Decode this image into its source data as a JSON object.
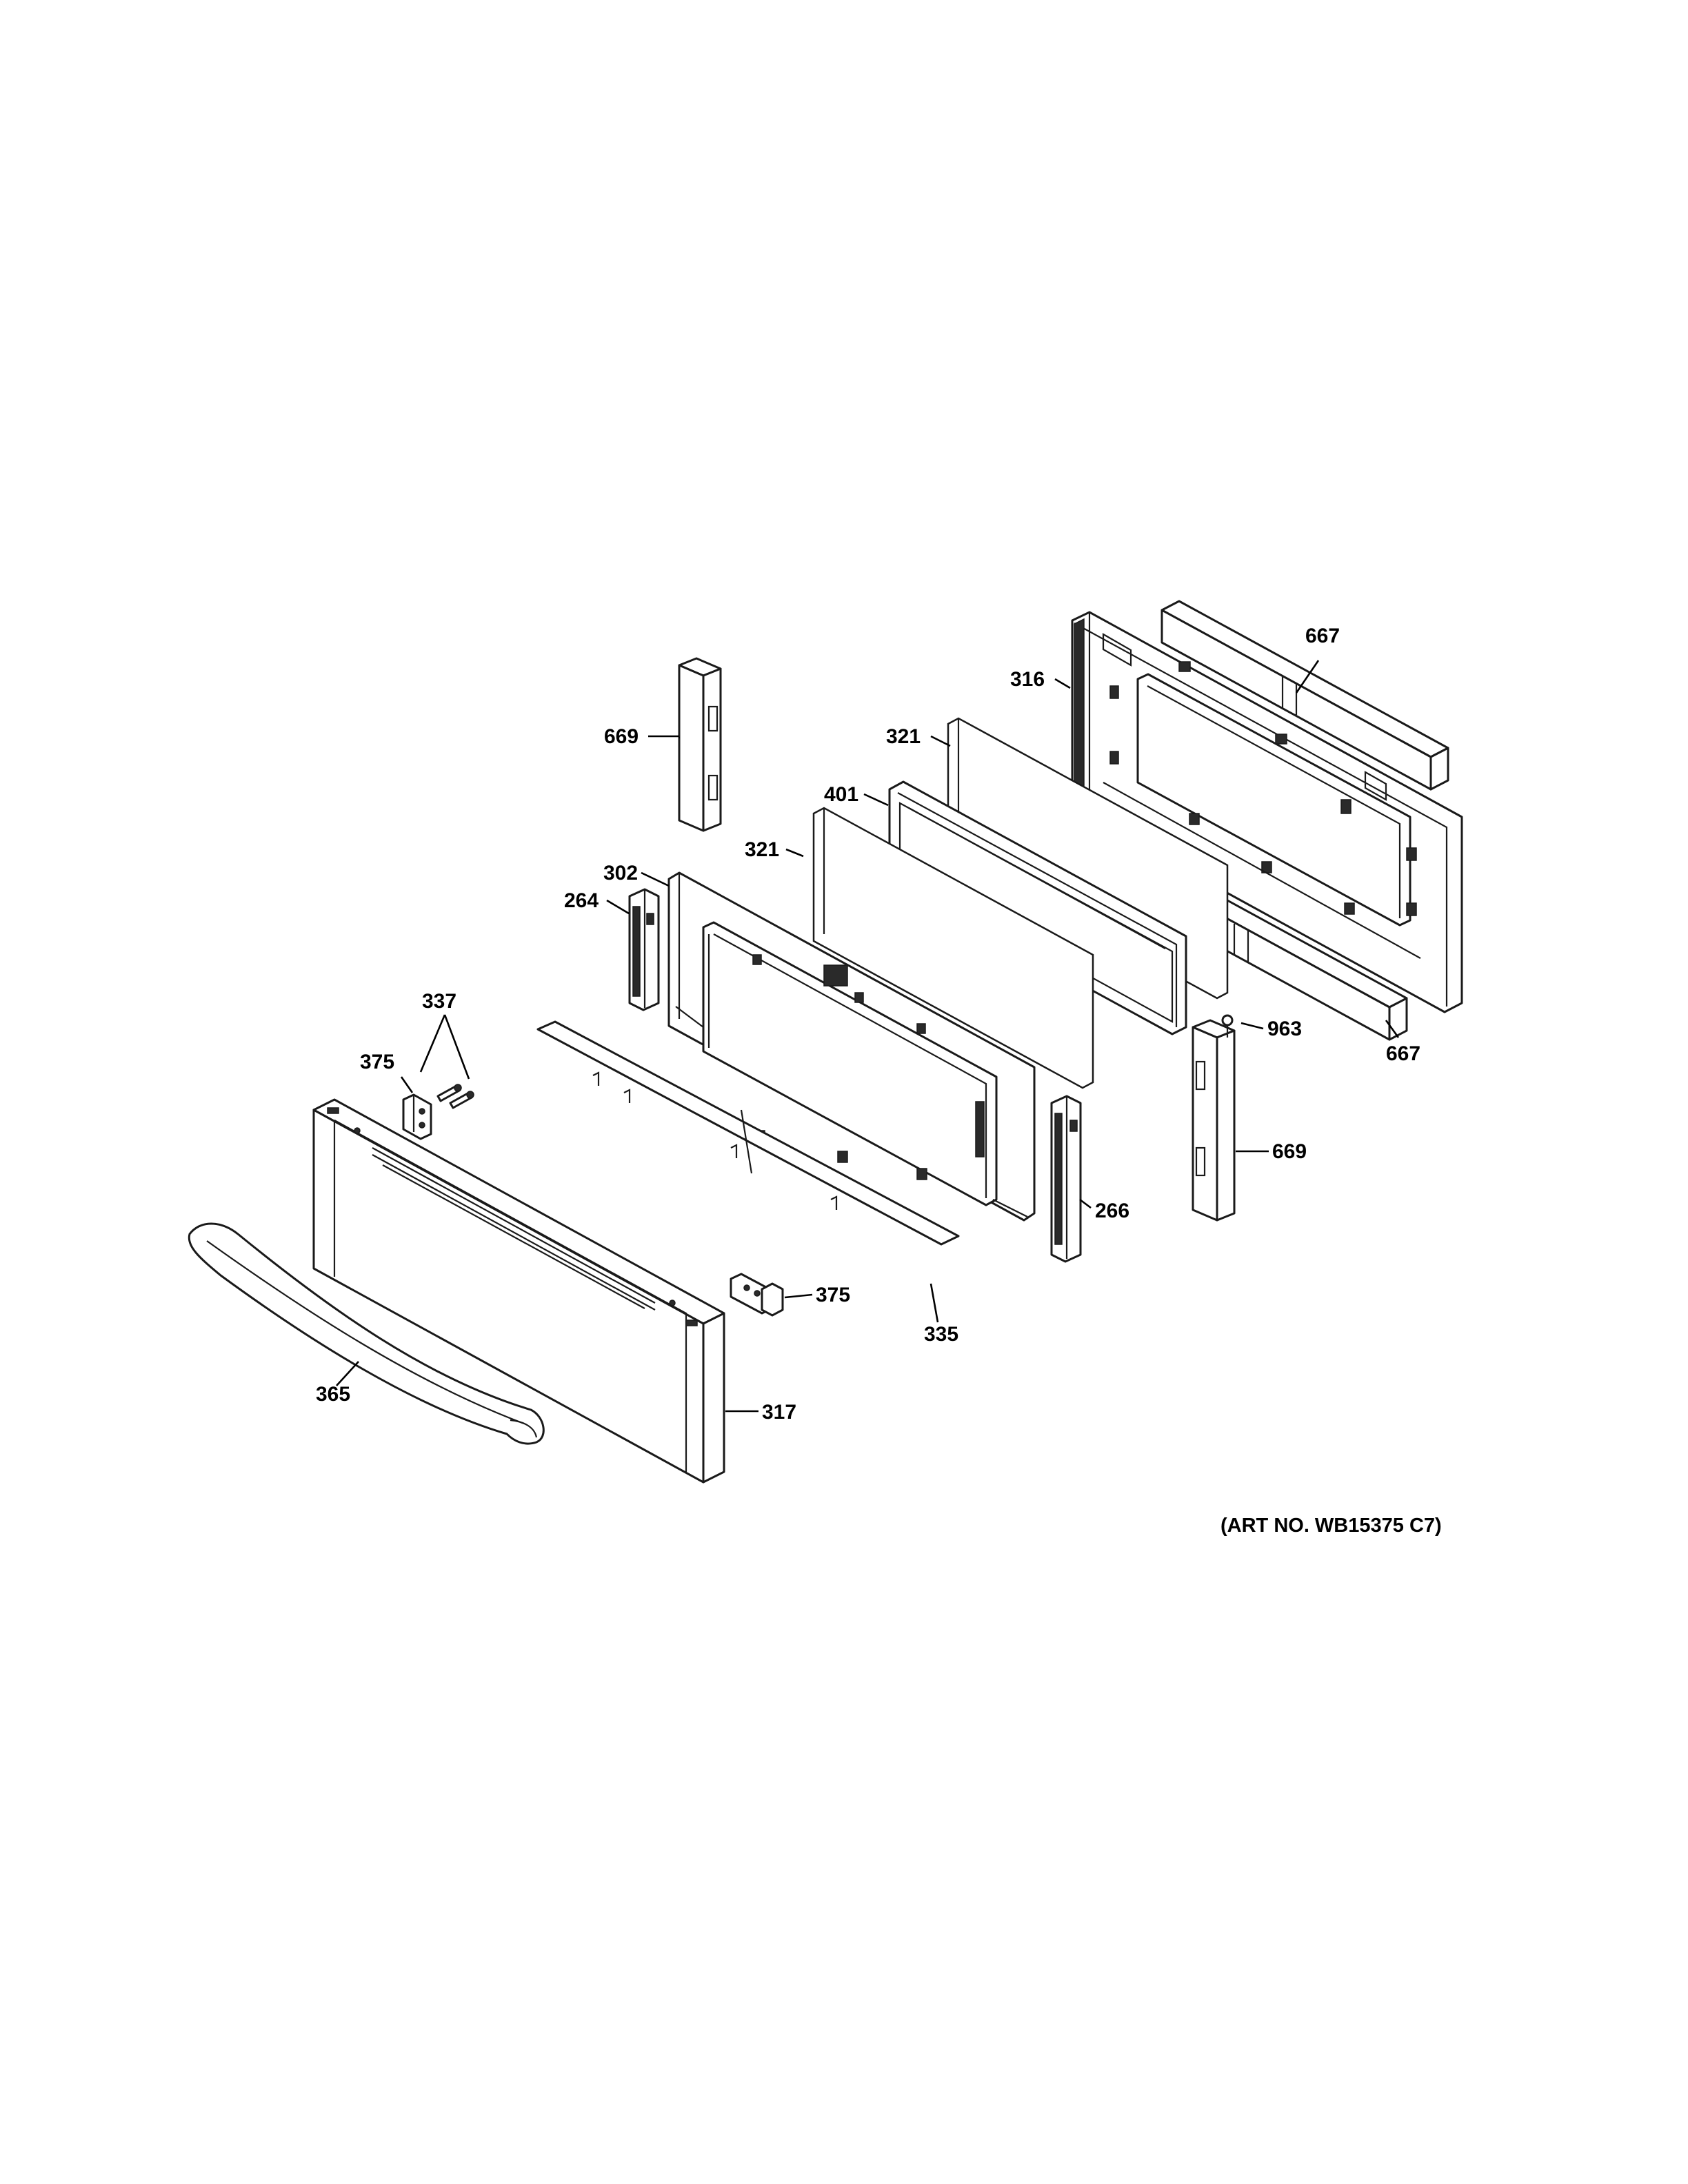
{
  "art_number": "(ART NO. WB15375 C7)",
  "callouts": {
    "c667_top": "667",
    "c316": "316",
    "c669_left": "669",
    "c321_top": "321",
    "c401": "401",
    "c321_mid": "321",
    "c302": "302",
    "c264": "264",
    "c337": "337",
    "c375_left": "375",
    "c963": "963",
    "c667_bottom": "667",
    "c669_right": "669",
    "c266": "266",
    "c375_right": "375",
    "c335": "335",
    "c365": "365",
    "c317": "317"
  }
}
